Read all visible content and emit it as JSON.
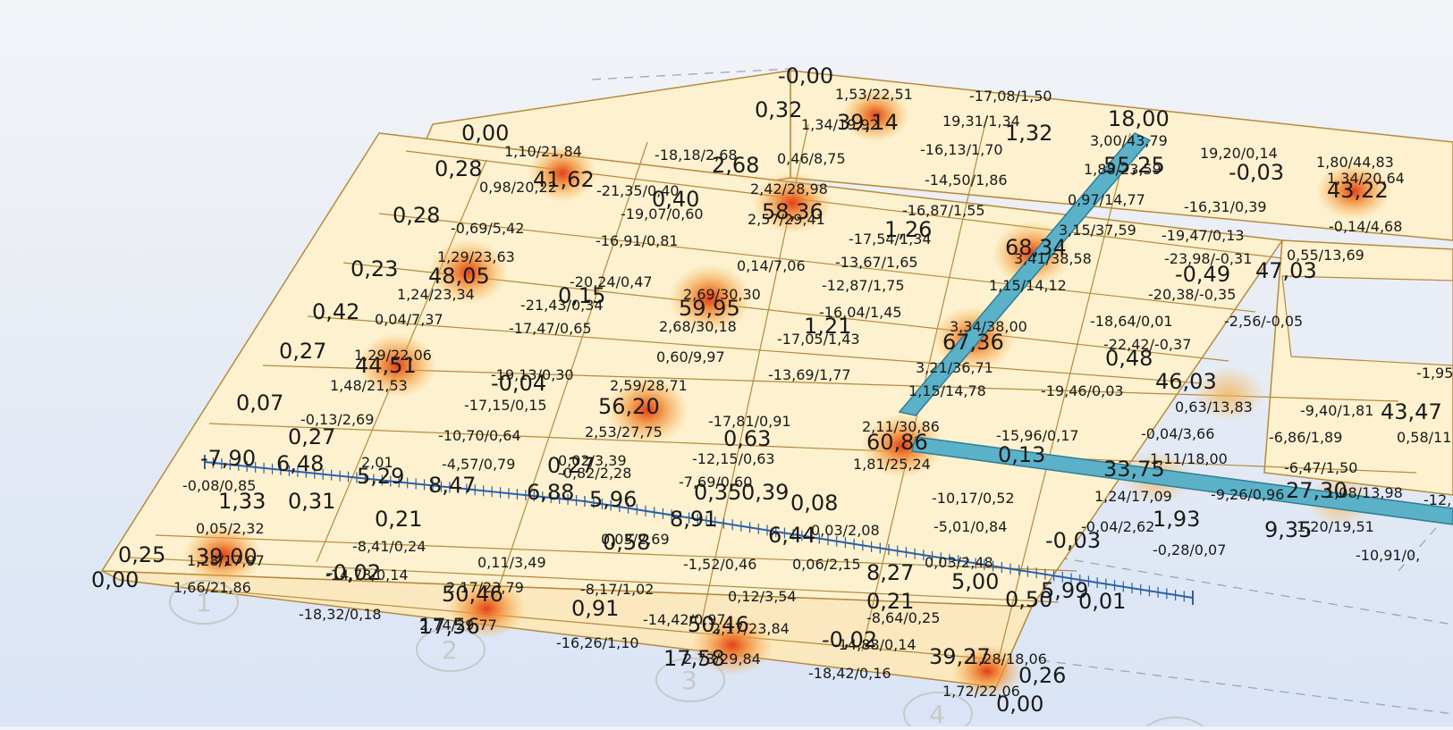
{
  "colors": {
    "plate": "#fdf1cf",
    "plate_edge": "#b58a3c",
    "hot": "#e2401a",
    "warm": "#f6b84e",
    "beam": "#5bb2c8",
    "support": "#2b5fa8",
    "grid": "#9aa7b8"
  },
  "axis_labels": [
    "1",
    "2",
    "3",
    "4"
  ],
  "values_big": [
    "-0,00",
    "0,32",
    "39,14",
    "1,32",
    "18,00",
    "55,25",
    "-0,03",
    "43,22",
    "0,00",
    "0,28",
    "41,62",
    "2,68",
    "0,40",
    "58,36",
    "0,28",
    "1,26",
    "68,34",
    "0,23",
    "48,05",
    "0,15",
    "59,95",
    "0,42",
    "1,21",
    "67,36",
    "-0,49",
    "47,03",
    "0,27",
    "44,51",
    "-0,04",
    "0,48",
    "46,03",
    "0,07",
    "56,20",
    "0,63",
    "60,86",
    "43,47",
    "0,27",
    "-7,90",
    "6,48",
    "5,29",
    "8,47",
    "0,27",
    "6,88",
    "5,96",
    "0,35",
    "0,39",
    "0,13",
    "33,75",
    "1,33",
    "0,31",
    "0,21",
    "0,58",
    "8,91",
    "0,08",
    "6,44",
    "1,93",
    "27,30",
    "9,35",
    "0,25",
    "39,00",
    "-0,02",
    "8,27",
    "5,00",
    "5,99",
    "-0,03",
    "0,00",
    "50,46",
    "0,91",
    "0,21",
    "0,50",
    "0,01",
    "17,56",
    "50,46",
    "-0,02",
    "39,27",
    "17,58",
    "0,26",
    "0,00"
  ],
  "values_small": [
    "1,53/22,51",
    "-17,08/1,50",
    "1,34/19,92",
    "19,31/1,34",
    "1,10/21,84",
    "-18,18/2,68",
    "0,46/8,75",
    "-16,13/1,70",
    "3,00/43,79",
    "19,20/0,14",
    "1,80/44,83",
    "0,98/20,22",
    "-21,35/0,40",
    "2,42/28,98",
    "-14,50/1,86",
    "1,88/23,59",
    "1,34/20,64",
    "-19,07/0,60",
    "2,57/29,41",
    "-16,87/1,55",
    "0,97/14,77",
    "-16,31/0,39",
    "-0,69/5,42",
    "-16,91/0,81",
    "-17,54/1,34",
    "3,15/37,59",
    "-19,47/0,13",
    "-0,14/4,68",
    "1,29/23,63",
    "0,14/7,06",
    "-13,67/1,65",
    "3,41/38,58",
    "-23,98/-0,31",
    "0,55/13,69",
    "-20,24/0,47",
    "-12,87/1,75",
    "1,15/14,12",
    "1,24/23,34",
    "2,69/30,30",
    "-20,38/-0,35",
    "-21,43/0,34",
    "-16,04/1,45",
    "0,04/7,37",
    "-17,47/0,65",
    "2,68/30,18",
    "3,34/38,00",
    "-18,64/0,01",
    "-2,56/-0,05",
    "-17,05/1,43",
    "-22,42/-0,37",
    "1,29/22,06",
    "0,60/9,97",
    "3,21/36,71",
    "-19,13/0,30",
    "-13,69/1,77",
    "-1,95",
    "1,48/21,53",
    "2,59/28,71",
    "1,15/14,78",
    "-19,46/0,03",
    "-17,15/0,15",
    "0,63/13,83",
    "-9,40/1,81",
    "-0,13/2,69",
    "-17,81/0,91",
    "2,11/30,86",
    "-10,70/0,64",
    "2,53/27,75",
    "-15,96/0,17",
    "-0,04/3,66",
    "-6,86/1,89",
    "0,58/11,6",
    "-4,57/0,79",
    "0,02/3,39",
    "-12,15/0,63",
    "1,81/25,24",
    "1,11/18,00",
    "-6,47/1,50",
    "-0,08/0,85",
    "2,01",
    "-7,69/0,60",
    "-0,82/2,28",
    "-10,17/0,52",
    "1,24/17,09",
    "-9,26/0,96",
    "1,08/13,98",
    "-12,",
    "0,05/2,32",
    "0,03/2,69",
    "0,03/2,08",
    "-5,01/0,84",
    "-0,04/2,62",
    "1,20/19,51",
    "-8,41/0,24",
    "0,11/3,49",
    "-1,52/0,46",
    "0,06/2,15",
    "0,03/2,48",
    "-0,28/0,07",
    "-10,91/0,",
    "1,28/17,97",
    "-14,73/0,14",
    "1,66/21,86",
    "2,17/23,79",
    "-8,17/1,02",
    "0,12/3,54",
    "-18,32/0,18",
    "2,74/29,77",
    "-14,42/0,97",
    "2,17/23,84",
    "-8,64/0,25",
    "-16,26/1,10",
    "-14,88/0,14",
    "2,73/29,84",
    "1,28/18,06",
    "-18,42/0,16",
    "1,72/22,06"
  ]
}
